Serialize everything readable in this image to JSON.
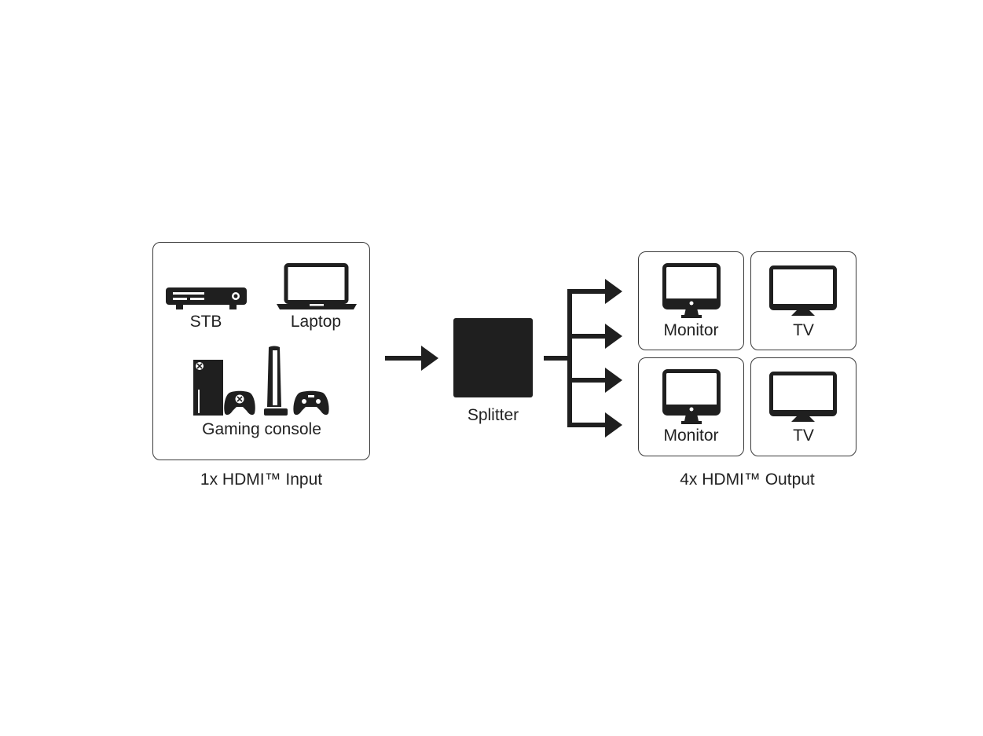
{
  "input": {
    "devices": {
      "stb": "STB",
      "laptop": "Laptop",
      "gaming_console": "Gaming console"
    },
    "caption": "1x HDMI™ Input"
  },
  "splitter": {
    "label": "Splitter"
  },
  "output": {
    "screens": [
      {
        "label": "Monitor",
        "icon": "monitor-icon"
      },
      {
        "label": "TV",
        "icon": "tv-icon"
      },
      {
        "label": "Monitor",
        "icon": "monitor-icon"
      },
      {
        "label": "TV",
        "icon": "tv-icon"
      }
    ],
    "caption": "4x HDMI™ Output"
  },
  "colors": {
    "icon": "#1f1f1f",
    "border": "#3a3a3a"
  }
}
